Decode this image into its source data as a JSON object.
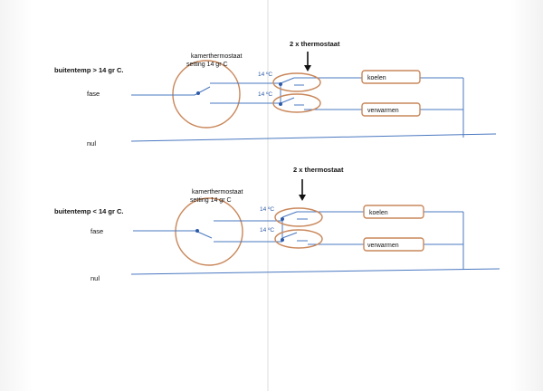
{
  "colors": {
    "wire": "#4a78c0",
    "relay": "#c9875a",
    "ink": "#111111",
    "fold": "#d8d8d8"
  },
  "icons": [
    "down-arrow-icon",
    "relay-contact-icon"
  ],
  "diagrams": [
    {
      "condition": "buitentemp > 14 gr C.",
      "phase_label": "fase",
      "neutral_label": "nul",
      "room_thermostat": "kamerthermostaat setting 14 gr C",
      "thermostat_header": "2 x thermostaat",
      "thermostats": [
        {
          "temp": "14 ºC",
          "output": "koelen"
        },
        {
          "temp": "14 ºC",
          "output": "verwarmen"
        }
      ]
    },
    {
      "condition": "buitentemp < 14 gr C.",
      "phase_label": "fase",
      "neutral_label": "nul",
      "room_thermostat": "kamerthermostaat setting 14 gr C",
      "thermostat_header": "2 x thermostaat",
      "thermostats": [
        {
          "temp": "14 ºC",
          "output": "koelen"
        },
        {
          "temp": "14 ºC",
          "output": "verwarmen"
        }
      ]
    }
  ]
}
